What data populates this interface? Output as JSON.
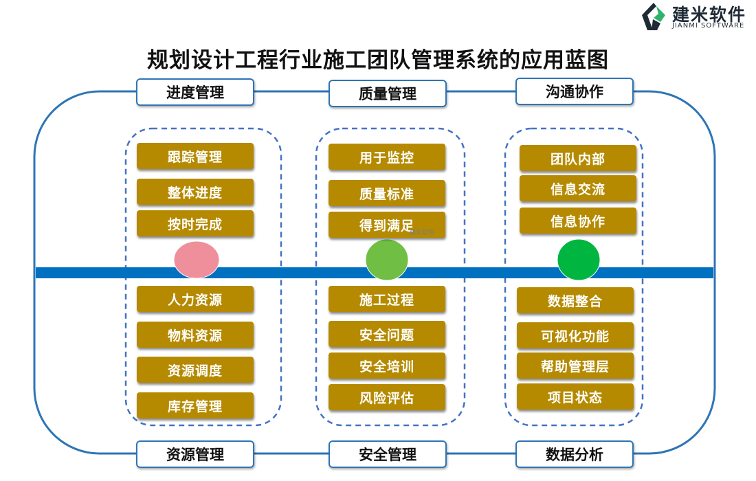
{
  "title": "规划设计工程行业施工团队管理系统的应用蓝图",
  "logo": {
    "name": "建米软件",
    "subtitle": "JIANMI SOFTWARE",
    "icon": "jianmi-logo-icon"
  },
  "watermark": "建米软件",
  "colors": {
    "frame": "#2e75b6",
    "timeline": "#0070c0",
    "item_bg": "#b58a00",
    "item_text": "#ffffff",
    "dot_pink": "#ef8f9b",
    "dot_lightgreen": "#70bf44",
    "dot_green": "#00b640"
  },
  "columns": [
    {
      "top_label": "进度管理",
      "bottom_label": "资源管理",
      "top_items": [
        "跟踪管理",
        "整体进度",
        "按时完成"
      ],
      "bottom_items": [
        "人力资源",
        "物料资源",
        "资源调度",
        "库存管理"
      ]
    },
    {
      "top_label": "质量管理",
      "bottom_label": "安全管理",
      "top_items": [
        "用于监控",
        "质量标准",
        "得到满足"
      ],
      "bottom_items": [
        "施工过程",
        "安全问题",
        "安全培训",
        "风险评估"
      ]
    },
    {
      "top_label": "沟通协作",
      "bottom_label": "数据分析",
      "top_items": [
        "团队内部",
        "信息交流",
        "信息协作"
      ],
      "bottom_items": [
        "数据整合",
        "可视化功能",
        "帮助管理层",
        "项目状态"
      ]
    }
  ]
}
